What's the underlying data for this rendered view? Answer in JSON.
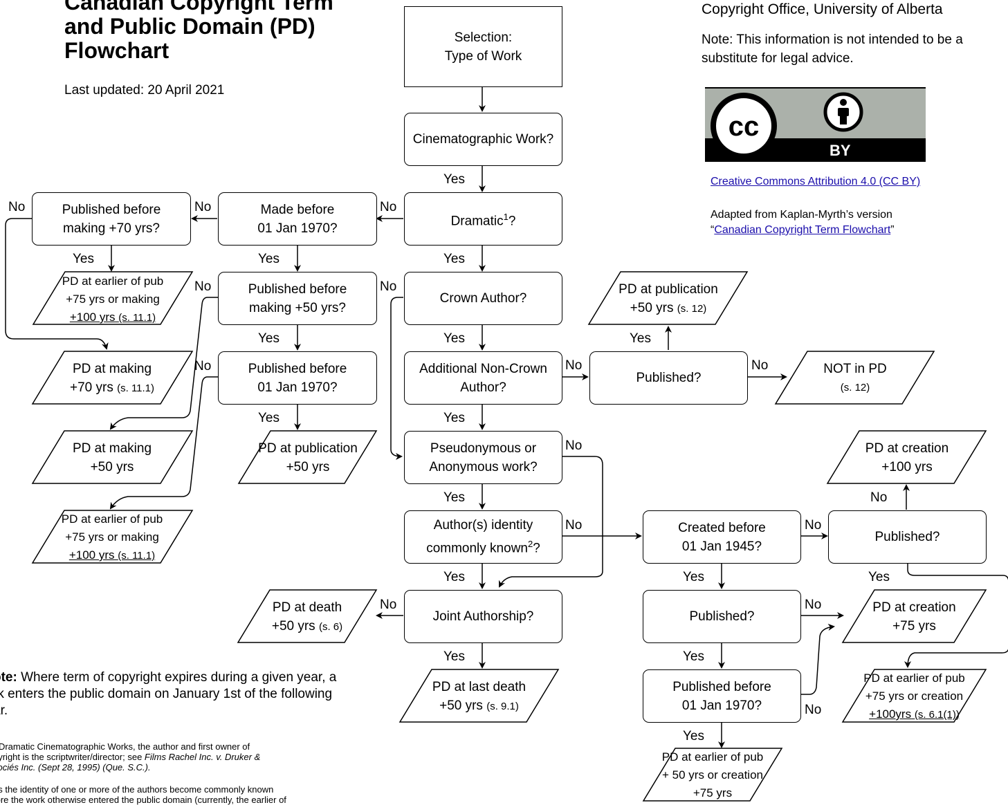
{
  "header": {
    "title_line1": "Canadian Copyright Term",
    "title_line2": "and Public Domain (PD)",
    "title_line3": "Flowchart",
    "updated": "Last updated: 20 April 2021",
    "office": "Copyright Office, University of Alberta",
    "note": "Note:  This information is not intended to be a substitute for legal advice."
  },
  "license": {
    "logo_cc": "cc",
    "logo_by": "BY",
    "link": "Creative Commons Attribution 4.0 (CC BY)",
    "adapted_prefix": "Adapted from Kaplan-Myrth’s version",
    "adapted_open": "“",
    "adapted_link": "Canadian Copyright Term Flowchart",
    "adapted_close": "”"
  },
  "nodes": {
    "selection": "Selection:",
    "selection2": "Type of Work",
    "cinema": "Cinematographic Work?",
    "dramatic": "Dramatic",
    "dramatic_sup": "1",
    "dramatic_q": "?",
    "made1970_a": "Made before",
    "made1970_b": "01 Jan 1970?",
    "pub70_a": "Published before",
    "pub70_b": "making +70 yrs?",
    "pd_earlier1_a": "PD at earlier of pub",
    "pd_earlier1_b": "+75 yrs or making",
    "pd_earlier1_c": "+100 yrs",
    "pd_earlier1_ref": "(s. 11.1)",
    "pub50_a": "Published before",
    "pub50_b": "making +50 yrs?",
    "pd_make70_a": "PD at making",
    "pd_make70_b": "+70 yrs",
    "pd_make70_ref": "(s. 11.1)",
    "pub1970_a": "Published before",
    "pub1970_b": "01 Jan 1970?",
    "pd_make50_a": "PD at making",
    "pd_make50_b": "+50 yrs",
    "pd_pub50_a": "PD at publication",
    "pd_pub50_b": "+50 yrs",
    "pd_earlier2_a": "PD at earlier of pub",
    "pd_earlier2_b": "+75 yrs or making",
    "pd_earlier2_c": "+100 yrs",
    "pd_earlier2_ref": "(s. 11.1)",
    "crown": "Crown Author?",
    "noncrown_a": "Additional Non-Crown",
    "noncrown_b": "Author?",
    "published1": "Published?",
    "pd_pub12_a": "PD at publication",
    "pd_pub12_b": "+50 yrs",
    "pd_pub12_ref": "(s. 12)",
    "notpd_a": "NOT in PD",
    "notpd_ref": "(s. 12)",
    "pseudo_a": "Pseudonymous or",
    "pseudo_b": "Anonymous work?",
    "identity_a": "Author(s) identity",
    "identity_b": "commonly known",
    "identity_sup": "2",
    "identity_q": "?",
    "joint": "Joint Authorship?",
    "pd_death_a": "PD at death",
    "pd_death_b": "+50 yrs",
    "pd_death_ref": "(s. 6)",
    "pd_lastdeath_a": "PD at last death",
    "pd_lastdeath_b": "+50 yrs",
    "pd_lastdeath_ref": "(s. 9.1)",
    "created1945_a": "Created before",
    "created1945_b": "01 Jan 1945?",
    "published2": "Published?",
    "published3": "Published?",
    "pd_create100_a": "PD at creation",
    "pd_create100_b": "+100 yrs",
    "pd_create75_a": "PD at creation",
    "pd_create75_b": "+75 yrs",
    "pubb1970_a": "Published before",
    "pubb1970_b": "01 Jan 1970?",
    "pd_earlier3_a": "PD at earlier of pub",
    "pd_earlier3_b": "+75 yrs or creation",
    "pd_earlier3_c": "+100yrs",
    "pd_earlier3_ref": "(s. 6.1(1))",
    "pd_earlier4_a": "PD at earlier of pub",
    "pd_earlier4_b": "+ 50 yrs or creation",
    "pd_earlier4_c": "+75 yrs"
  },
  "labels": {
    "yes": "Yes",
    "no": "No"
  },
  "footer": {
    "note_bold": "ote:",
    "note_text": " Where term of copyright expires during a given year, a",
    "note_line2": "rk enters the public domain on January 1st of the following",
    "note_line3": "ar.",
    "fn1_line1": "r Dramatic Cinematographic Works, the author and first owner of",
    "fn1_line2": "pyright is the scriptwriter/director; see ",
    "fn1_italic": "Films Rachel Inc. v. Druker &",
    "fn1_line3": "sociés Inc. (Sept 28, 1995) (Que. S.C.).",
    "fn2_line1": "as the identity of one or more of the authors become commonly known",
    "fn2_line2": "fore the work otherwise entered the public domain (currently, the earlier of"
  }
}
